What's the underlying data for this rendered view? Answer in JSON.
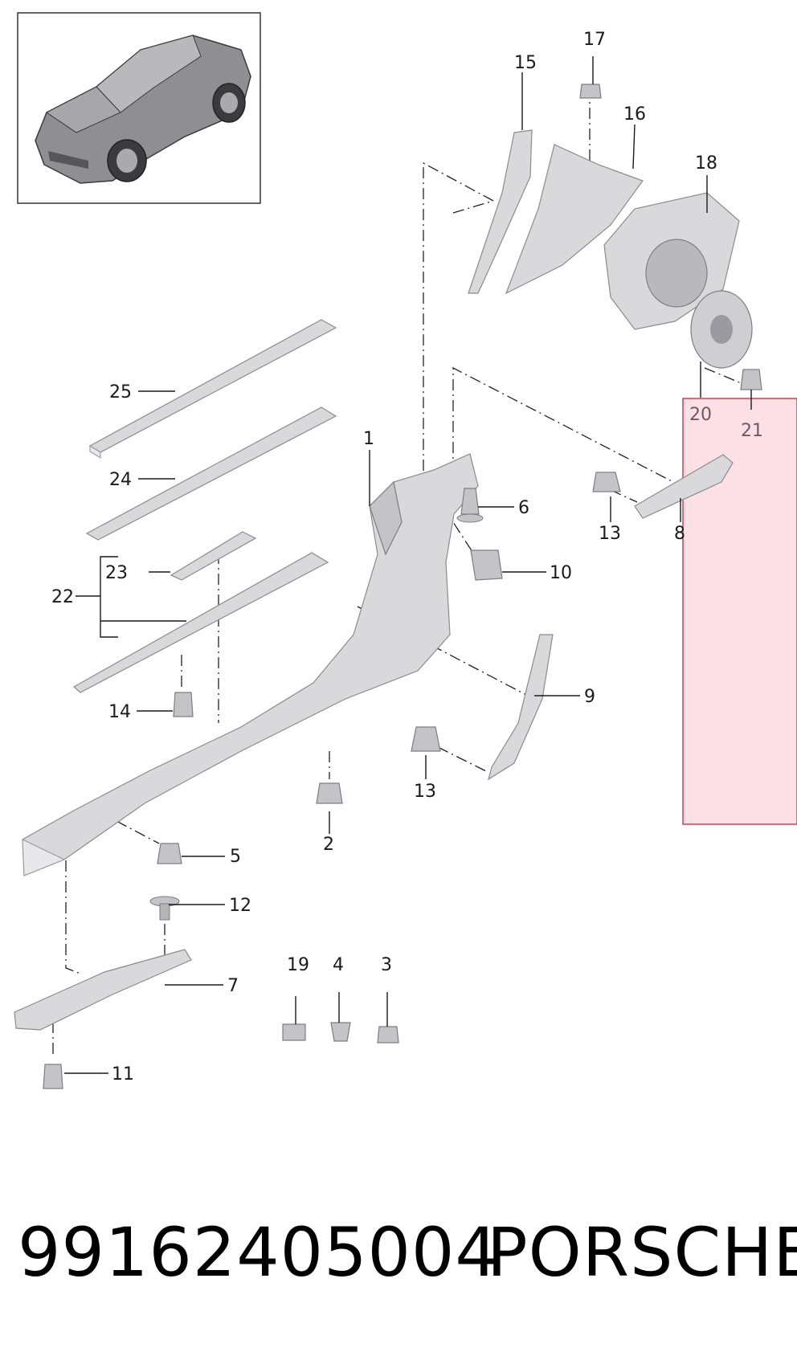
{
  "footer": {
    "part_number": "99162405004",
    "brand": "PORSCHE"
  },
  "callouts": [
    "1",
    "2",
    "3",
    "4",
    "5",
    "6",
    "7",
    "8",
    "9",
    "10",
    "11",
    "12",
    "13",
    "13",
    "14",
    "15",
    "16",
    "17",
    "18",
    "19",
    "20",
    "21",
    "22",
    "23",
    "24",
    "25"
  ],
  "highlight": {
    "color": "#fde0e6",
    "border": "#cc3344"
  },
  "icons": {
    "vehicle": "car-icon"
  }
}
